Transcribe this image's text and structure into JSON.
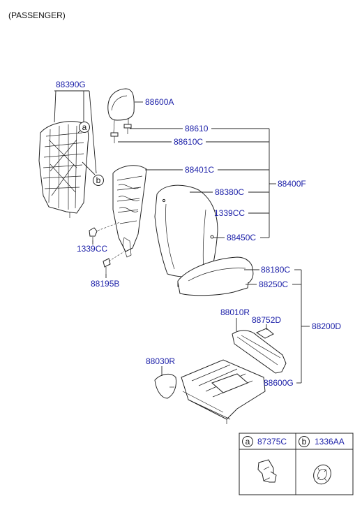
{
  "title": "(PASSENGER)",
  "colors": {
    "label": "#1b1fa8",
    "line": "#222222"
  },
  "labels": {
    "p88390G": "88390G",
    "p88600A": "88600A",
    "p88610": "88610",
    "p88610C": "88610C",
    "p88401C": "88401C",
    "p88380C": "88380C",
    "p88400F": "88400F",
    "p1339CC_a": "1339CC",
    "p88450C": "88450C",
    "p1339CC_b": "1339CC",
    "p88195B": "88195B",
    "p88180C": "88180C",
    "p88250C": "88250C",
    "p88200D": "88200D",
    "p88010R": "88010R",
    "p88752D": "88752D",
    "p88030R": "88030R",
    "p88600G": "88600G"
  },
  "callouts": {
    "a": "a",
    "b": "b"
  },
  "legend": {
    "a_letter": "a",
    "a_part": "87375C",
    "b_letter": "b",
    "b_part": "1336AA"
  }
}
